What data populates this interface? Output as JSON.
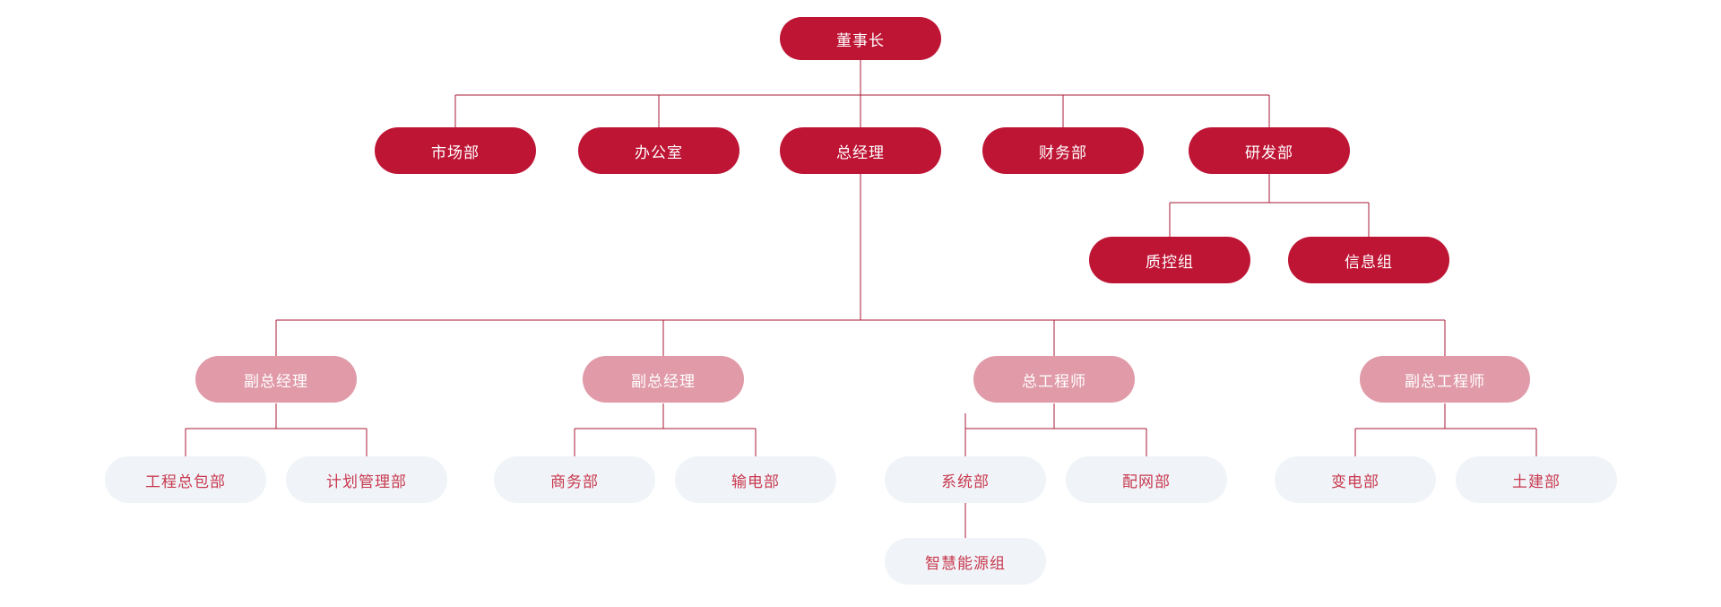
{
  "chart_data": {
    "type": "diagram",
    "title": "",
    "diagram_kind": "organization-chart",
    "orientation": "top-down",
    "colors": {
      "primary": "#be1535",
      "secondary": "#be1535",
      "tertiary": "#e09aa8",
      "leaf_background": "#f0f4f8",
      "leaf_text": "#c8394f",
      "connector": "#a81834",
      "background": "#ffffff"
    },
    "levels": [
      {
        "name": "level-1",
        "style": "primary",
        "labels": [
          "董事长"
        ]
      },
      {
        "name": "level-2",
        "style": "secondary",
        "labels": [
          "市场部",
          "办公室",
          "总经理",
          "财务部",
          "研发部"
        ]
      },
      {
        "name": "level-2b",
        "style": "secondary",
        "labels": [
          "质控组",
          "信息组"
        ]
      },
      {
        "name": "level-3",
        "style": "tertiary",
        "labels": [
          "副总经理",
          "副总经理",
          "总工程师",
          "副总工程师"
        ]
      },
      {
        "name": "level-4",
        "style": "leaf",
        "labels": [
          "工程总包部",
          "计划管理部",
          "商务部",
          "输电部",
          "系统部",
          "配网部",
          "变电部",
          "土建部"
        ]
      },
      {
        "name": "level-5",
        "style": "leaf",
        "labels": [
          "智慧能源组"
        ]
      }
    ],
    "edges": [
      {
        "from": "董事长",
        "to": "市场部"
      },
      {
        "from": "董事长",
        "to": "办公室"
      },
      {
        "from": "董事长",
        "to": "总经理"
      },
      {
        "from": "董事长",
        "to": "财务部"
      },
      {
        "from": "董事长",
        "to": "研发部"
      },
      {
        "from": "研发部",
        "to": "质控组"
      },
      {
        "from": "研发部",
        "to": "信息组"
      },
      {
        "from": "总经理",
        "to": "副总经理-1"
      },
      {
        "from": "总经理",
        "to": "副总经理-2"
      },
      {
        "from": "总经理",
        "to": "总工程师"
      },
      {
        "from": "总经理",
        "to": "副总工程师"
      },
      {
        "from": "副总经理-1",
        "to": "工程总包部"
      },
      {
        "from": "副总经理-1",
        "to": "计划管理部"
      },
      {
        "from": "副总经理-2",
        "to": "商务部"
      },
      {
        "from": "副总经理-2",
        "to": "输电部"
      },
      {
        "from": "总工程师",
        "to": "系统部"
      },
      {
        "from": "总工程师",
        "to": "配网部"
      },
      {
        "from": "副总工程师",
        "to": "变电部"
      },
      {
        "from": "副总工程师",
        "to": "土建部"
      },
      {
        "from": "系统部",
        "to": "智慧能源组"
      }
    ]
  },
  "nodes": {
    "chairman": {
      "label": "董事长"
    },
    "marketing": {
      "label": "市场部"
    },
    "office": {
      "label": "办公室"
    },
    "general_manager": {
      "label": "总经理"
    },
    "finance": {
      "label": "财务部"
    },
    "rnd": {
      "label": "研发部"
    },
    "quality_control": {
      "label": "质控组"
    },
    "information": {
      "label": "信息组"
    },
    "deputy_gm_1": {
      "label": "副总经理"
    },
    "deputy_gm_2": {
      "label": "副总经理"
    },
    "chief_engineer": {
      "label": "总工程师"
    },
    "deputy_chief_engineer": {
      "label": "副总工程师"
    },
    "epc": {
      "label": "工程总包部"
    },
    "planning": {
      "label": "计划管理部"
    },
    "business": {
      "label": "商务部"
    },
    "transmission": {
      "label": "输电部"
    },
    "system": {
      "label": "系统部"
    },
    "distribution": {
      "label": "配网部"
    },
    "substation": {
      "label": "变电部"
    },
    "civil": {
      "label": "土建部"
    },
    "smart_energy": {
      "label": "智慧能源组"
    }
  }
}
